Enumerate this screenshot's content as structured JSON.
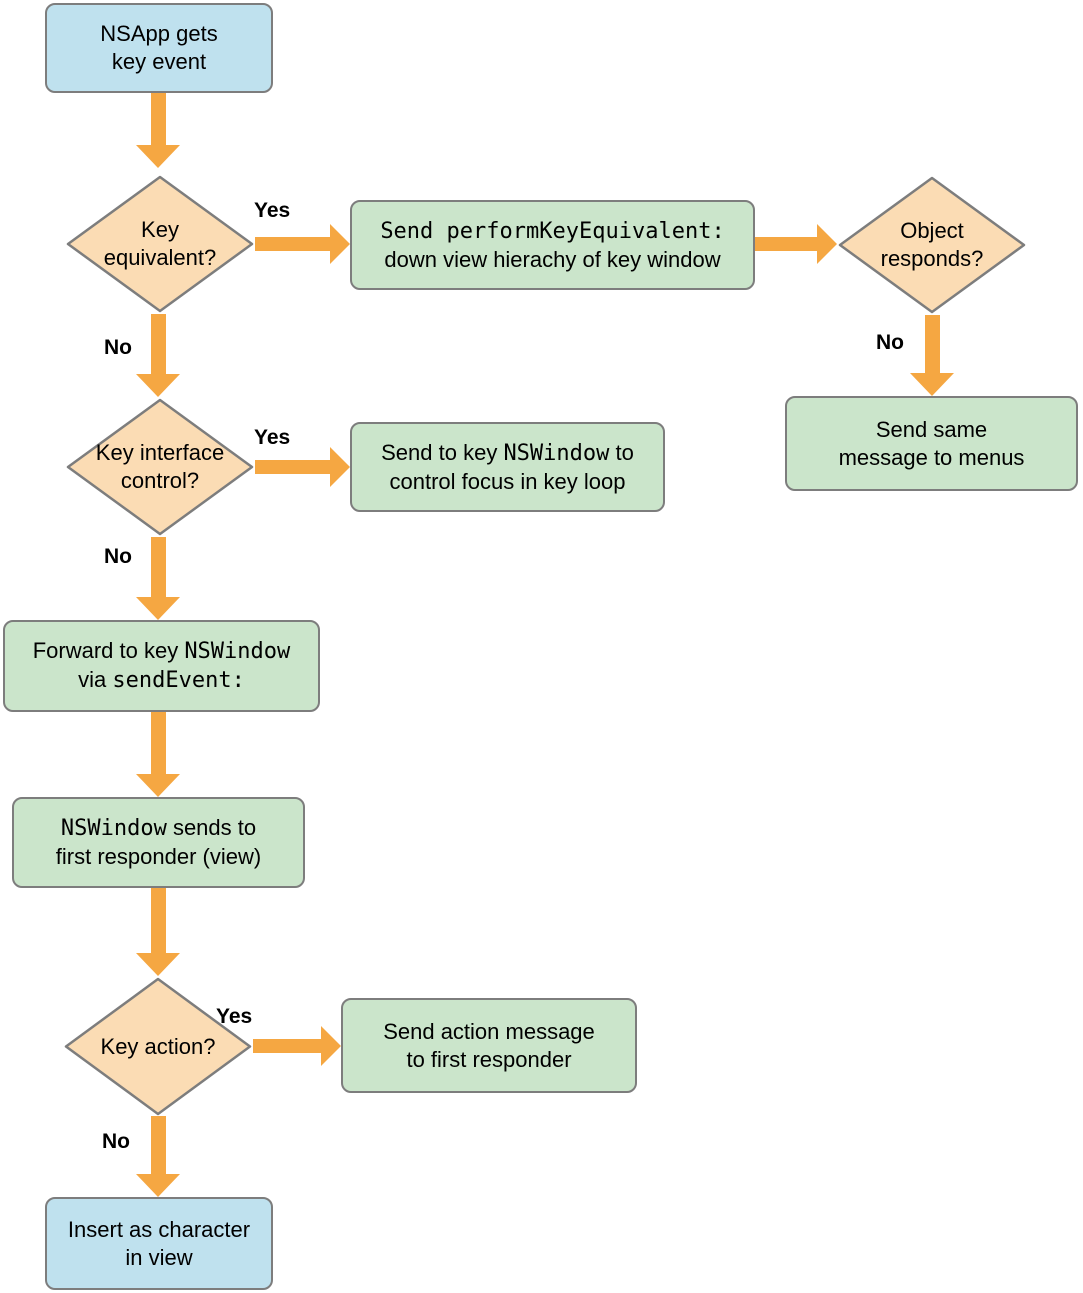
{
  "colors": {
    "event_fill": "#BFE1EE",
    "decision_fill": "#FBDCB4",
    "process_fill": "#CBE5CB",
    "node_border": "#7D7D7D",
    "arrow": "#F5A742",
    "text": "#000000",
    "background": "#FFFFFF"
  },
  "flowchart": {
    "description": "Flowchart of how NSApp dispatches a key event",
    "nodes": {
      "nsapp_gets_key_event": {
        "shape": "rounded-rectangle",
        "fill": "event",
        "lines": [
          [
            {
              "text": "NSApp gets",
              "mono": false
            }
          ],
          [
            {
              "text": "key event",
              "mono": false
            }
          ]
        ]
      },
      "key_equivalent": {
        "shape": "diamond",
        "fill": "decision",
        "lines": [
          [
            {
              "text": "Key",
              "mono": false
            }
          ],
          [
            {
              "text": "equivalent?",
              "mono": false
            }
          ]
        ]
      },
      "send_perform_key_equivalent": {
        "shape": "rounded-rectangle",
        "fill": "process",
        "lines": [
          [
            {
              "text": "Send performKeyEquivalent:",
              "mono": true
            }
          ],
          [
            {
              "text": "down view hierachy of key window",
              "mono": false
            }
          ]
        ]
      },
      "object_responds": {
        "shape": "diamond",
        "fill": "decision",
        "lines": [
          [
            {
              "text": "Object",
              "mono": false
            }
          ],
          [
            {
              "text": "responds?",
              "mono": false
            }
          ]
        ]
      },
      "send_same_message_to_menus": {
        "shape": "rounded-rectangle",
        "fill": "process",
        "lines": [
          [
            {
              "text": "Send same",
              "mono": false
            }
          ],
          [
            {
              "text": "message to menus",
              "mono": false
            }
          ]
        ]
      },
      "key_interface_control": {
        "shape": "diamond",
        "fill": "decision",
        "lines": [
          [
            {
              "text": "Key interface",
              "mono": false
            }
          ],
          [
            {
              "text": "control?",
              "mono": false
            }
          ]
        ]
      },
      "send_to_key_nswindow": {
        "shape": "rounded-rectangle",
        "fill": "process",
        "lines": [
          [
            {
              "text": "Send to key ",
              "mono": false
            },
            {
              "text": "NSWindow",
              "mono": true
            },
            {
              "text": " to",
              "mono": false
            }
          ],
          [
            {
              "text": "control focus in key loop",
              "mono": false
            }
          ]
        ]
      },
      "forward_to_key_nswindow": {
        "shape": "rounded-rectangle",
        "fill": "process",
        "lines": [
          [
            {
              "text": "Forward to key ",
              "mono": false
            },
            {
              "text": "NSWindow",
              "mono": true
            }
          ],
          [
            {
              "text": "via ",
              "mono": false
            },
            {
              "text": "sendEvent:",
              "mono": true
            }
          ]
        ]
      },
      "nswindow_sends_to_first_responder": {
        "shape": "rounded-rectangle",
        "fill": "process",
        "lines": [
          [
            {
              "text": "NSWindow",
              "mono": true
            },
            {
              "text": " sends to",
              "mono": false
            }
          ],
          [
            {
              "text": "first responder (view)",
              "mono": false
            }
          ]
        ]
      },
      "key_action": {
        "shape": "diamond",
        "fill": "decision",
        "lines": [
          [
            {
              "text": "Key action?",
              "mono": false
            }
          ]
        ]
      },
      "send_action_message": {
        "shape": "rounded-rectangle",
        "fill": "process",
        "lines": [
          [
            {
              "text": "Send action message",
              "mono": false
            }
          ],
          [
            {
              "text": "to first responder",
              "mono": false
            }
          ]
        ]
      },
      "insert_as_character": {
        "shape": "rounded-rectangle",
        "fill": "event",
        "lines": [
          [
            {
              "text": "Insert as character",
              "mono": false
            }
          ],
          [
            {
              "text": "in view",
              "mono": false
            }
          ]
        ]
      }
    },
    "edges": [
      {
        "from": "nsapp_gets_key_event",
        "to": "key_equivalent",
        "label": ""
      },
      {
        "from": "key_equivalent",
        "to": "send_perform_key_equivalent",
        "label": "Yes"
      },
      {
        "from": "send_perform_key_equivalent",
        "to": "object_responds",
        "label": ""
      },
      {
        "from": "object_responds",
        "to": "send_same_message_to_menus",
        "label": "No"
      },
      {
        "from": "key_equivalent",
        "to": "key_interface_control",
        "label": "No"
      },
      {
        "from": "key_interface_control",
        "to": "send_to_key_nswindow",
        "label": "Yes"
      },
      {
        "from": "key_interface_control",
        "to": "forward_to_key_nswindow",
        "label": "No"
      },
      {
        "from": "forward_to_key_nswindow",
        "to": "nswindow_sends_to_first_responder",
        "label": ""
      },
      {
        "from": "nswindow_sends_to_first_responder",
        "to": "key_action",
        "label": ""
      },
      {
        "from": "key_action",
        "to": "send_action_message",
        "label": "Yes"
      },
      {
        "from": "key_action",
        "to": "insert_as_character",
        "label": "No"
      }
    ]
  }
}
